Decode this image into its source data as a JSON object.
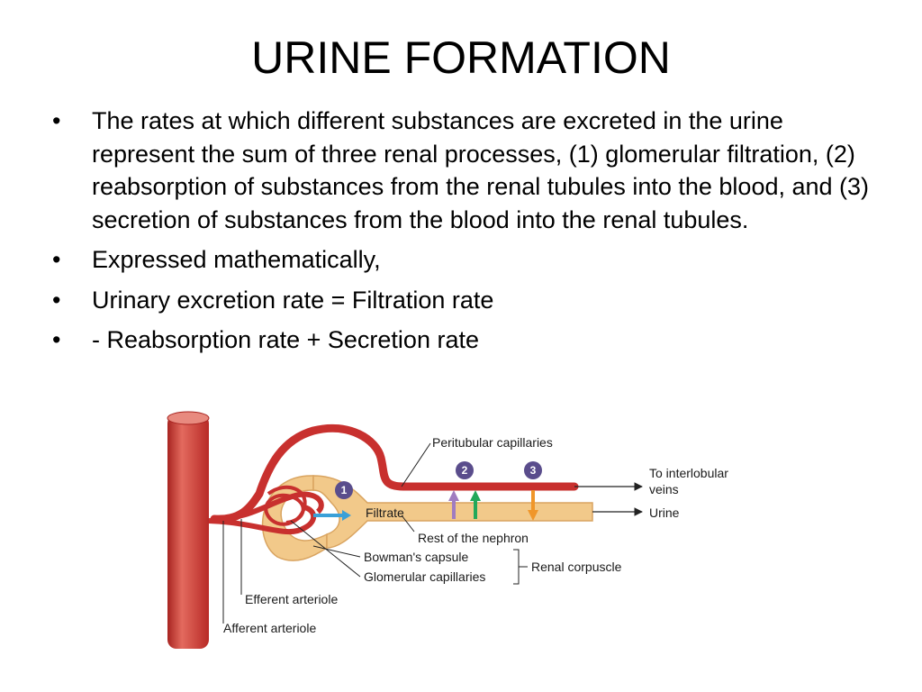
{
  "slide": {
    "title": "URINE FORMATION",
    "bullets": [
      "The rates at which different substances are excreted in the urine represent the sum of three renal processes, (1) glomerular filtration, (2) reabsorption of substances from the renal tubules into the blood, and (3) secretion of substances from the blood into the renal tubules.",
      "Expressed mathematically,",
      "Urinary excretion rate = Filtration rate",
      "- Reabsorption rate + Secretion rate"
    ],
    "bullet_symbol": "•"
  },
  "diagram": {
    "labels": {
      "peritubular_capillaries": "Peritubular capillaries",
      "to_interlobular_veins_line1": "To interlobular",
      "to_interlobular_veins_line2": "veins",
      "urine": "Urine",
      "filtrate": "Filtrate",
      "rest_of_nephron": "Rest of the nephron",
      "bowmans_capsule": "Bowman's capsule",
      "glomerular_capillaries": "Glomerular capillaries",
      "renal_corpuscle": "Renal corpuscle",
      "efferent_arteriole": "Efferent arteriole",
      "afferent_arteriole": "Afferent arteriole"
    },
    "process_markers": [
      "1",
      "2",
      "3"
    ],
    "colors": {
      "blood_vessel": "#c8302e",
      "vessel_highlight": "#e06a60",
      "tubule": "#f2c98a",
      "tubule_edge": "#d9a460",
      "marker": "#5a4d8c",
      "filtration_arrow": "#3aa0d8",
      "reabsorption_arrow_1": "#a07cc0",
      "reabsorption_arrow_2": "#22a85a",
      "secretion_arrow": "#f0962a"
    }
  }
}
